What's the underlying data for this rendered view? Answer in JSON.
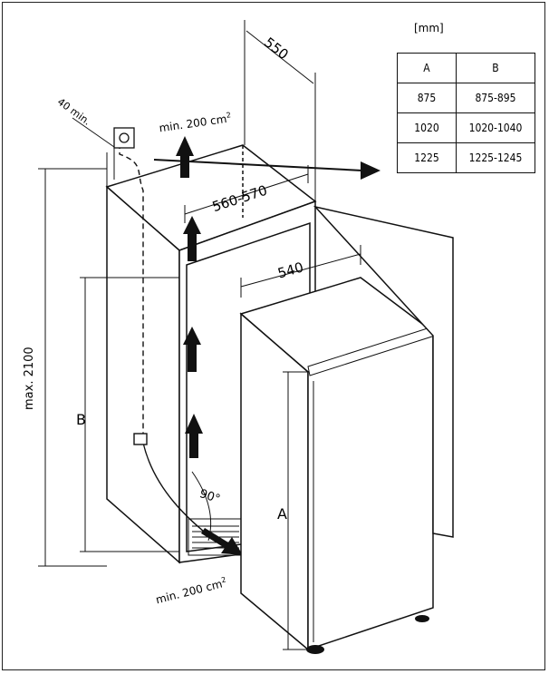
{
  "unit": "[mm]",
  "table": {
    "headers": [
      "A",
      "B"
    ],
    "rows": [
      [
        "875",
        "875-895"
      ],
      [
        "1020",
        "1020-1040"
      ],
      [
        "1225",
        "1225-1245"
      ]
    ]
  },
  "dimensions": {
    "depth_550": "550",
    "gap_40": "40 min.",
    "vent_top": "min. 200 cm",
    "vent_top_sup": "2",
    "niche_width": "560-570",
    "appliance_width": "540",
    "height_max": "max. 2100",
    "niche_height": "B",
    "appliance_height": "A",
    "angle": "90°",
    "vent_bottom": "min. 200 cm",
    "vent_bottom_sup": "2"
  },
  "colors": {
    "line": "#111111",
    "arrow": "#111111"
  }
}
